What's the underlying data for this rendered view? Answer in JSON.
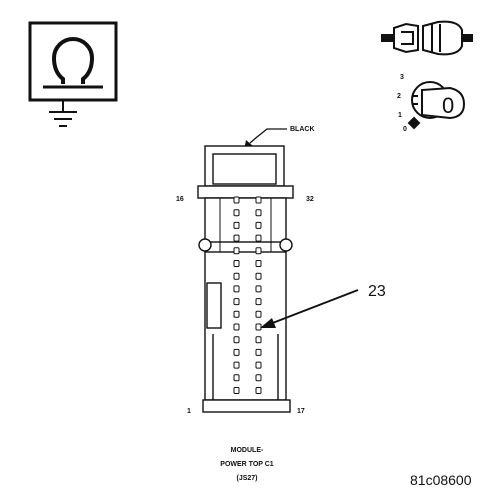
{
  "labels": {
    "wire_color": "BLACK",
    "pin_top_left": "16",
    "pin_top_right": "32",
    "pin_bottom_left": "1",
    "pin_bottom_right": "17",
    "callout": "23",
    "connector_name_line1": "MODULE-",
    "connector_name_line2": "POWER TOP C1",
    "connector_name_line3": "(JS27)",
    "figure_id": "81c08600"
  },
  "ignition": {
    "positions": [
      "3",
      "2",
      "1",
      "0"
    ],
    "key_position": "0"
  },
  "icons": [
    "ohmmeter-ground-icon",
    "connector-separate-icon",
    "ignition-switch-icon"
  ],
  "connector": {
    "pins_per_row": 16,
    "rows": 2,
    "highlighted_pin": 23
  }
}
